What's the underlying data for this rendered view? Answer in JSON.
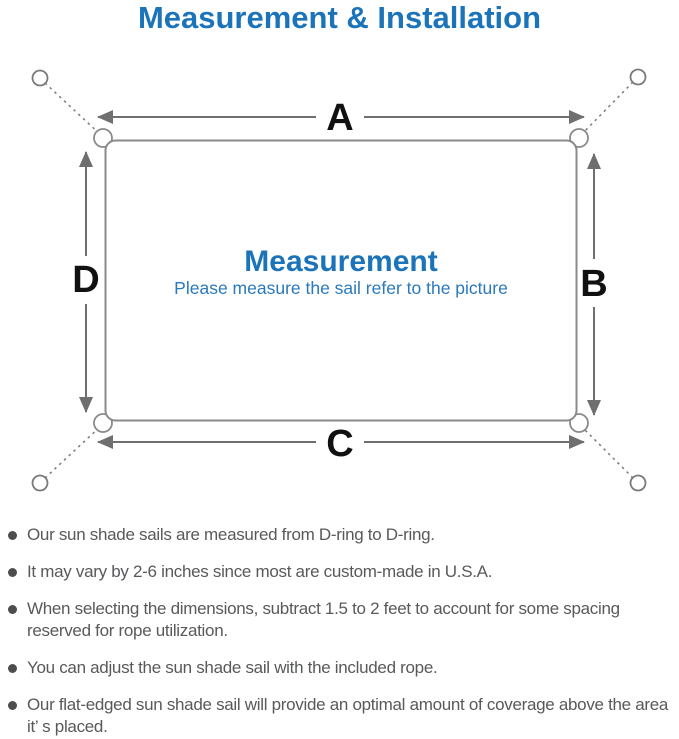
{
  "title": "Measurement & Installation",
  "diagram": {
    "side_labels": {
      "top": "A",
      "right": "B",
      "bottom": "C",
      "left": "D"
    },
    "center_heading": "Measurement",
    "center_caption": "Please measure the sail refer to the picture"
  },
  "notes": [
    "Our sun shade sails are measured from D-ring to D-ring.",
    "It may vary by 2-6 inches since most are custom-made in U.S.A.",
    "When selecting the dimensions, subtract 1.5 to 2 feet to account for some spacing reserved for rope utilization.",
    "You can adjust the sun shade sail with the included rope.",
    "Our flat-edged sun shade sail will provide an optimal amount of coverage above the area it’ s placed."
  ],
  "colors": {
    "heading_blue": "#1b74b9",
    "caption_blue": "#2a79bd",
    "diagram_line_gray": "#8a8a8a",
    "arrow_gray": "#6f6f6f",
    "label_black": "#111111",
    "note_text_gray": "#58595b"
  }
}
